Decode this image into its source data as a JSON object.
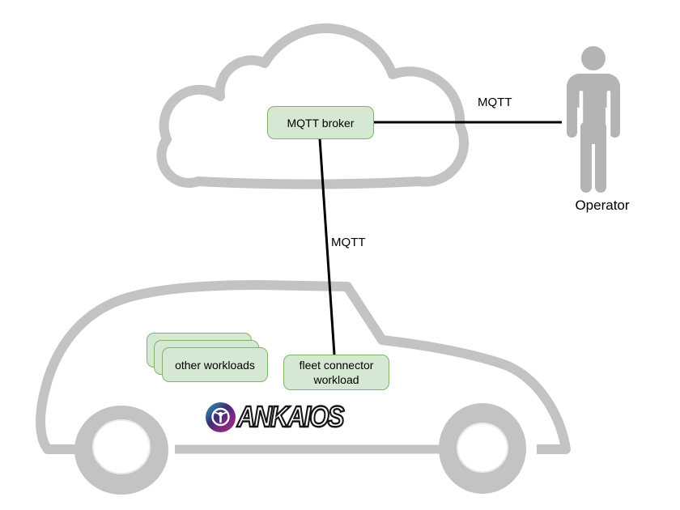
{
  "nodes": {
    "mqtt_broker": {
      "label": "MQTT broker"
    },
    "fleet_connector": {
      "label": "fleet connector workload"
    },
    "other_workloads": {
      "label": "other workloads"
    }
  },
  "operator": {
    "label": "Operator"
  },
  "edges": {
    "broker_operator": {
      "label": "MQTT"
    },
    "broker_fleet": {
      "label": "MQTT"
    }
  },
  "logo": {
    "text": "ANKAIOS"
  },
  "colors": {
    "node_fill": "#d5e8d4",
    "node_stroke": "#82b366",
    "cloud_car_gray": "#c3c3c3",
    "person_gray": "#b4b4b4",
    "edge_line": "#000000",
    "logo_teal": "#2e8b8b",
    "logo_indigo": "#3a2f75",
    "logo_magenta": "#a62c84"
  }
}
